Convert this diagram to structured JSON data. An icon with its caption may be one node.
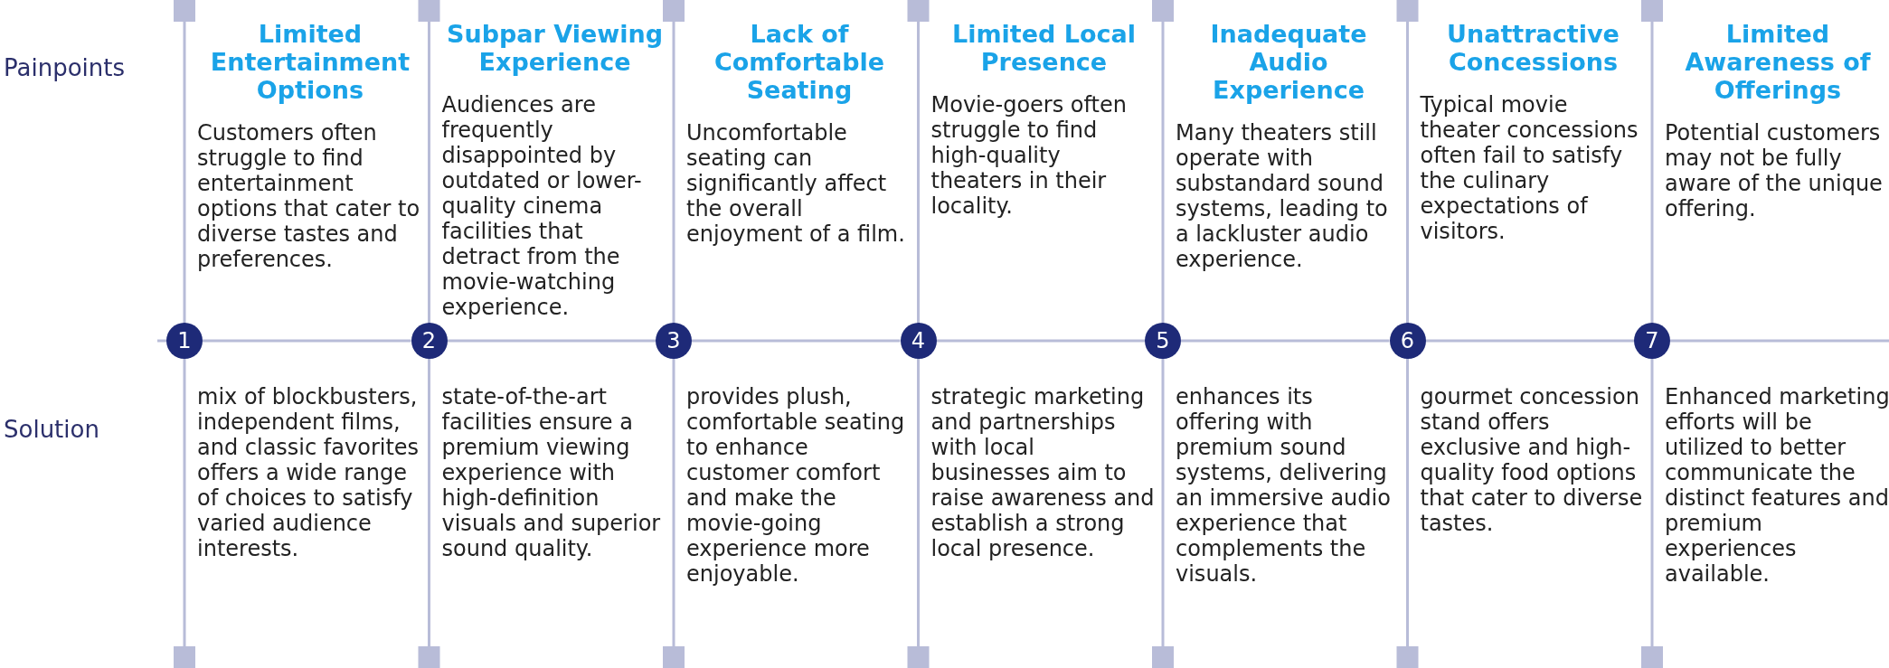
{
  "diagram": {
    "nodes": [
      {
        "text": [
          "1"
        ]
      },
      {
        "text": [
          "2"
        ]
      },
      {
        "text": [
          "3"
        ]
      },
      {
        "text": [
          "4"
        ]
      },
      {
        "text": [
          "5"
        ]
      },
      {
        "text": [
          "6"
        ]
      },
      {
        "text": [
          "7"
        ]
      }
    ],
    "edges": [
      {
        "from": 0,
        "to": 1,
        "arrow": "none"
      },
      {
        "from": 1,
        "to": 2,
        "arrow": "none"
      },
      {
        "from": 2,
        "to": 3,
        "arrow": "none"
      },
      {
        "from": 3,
        "to": 4,
        "arrow": "none"
      },
      {
        "from": 4,
        "to": 5,
        "arrow": "none"
      },
      {
        "from": 5,
        "to": 6,
        "arrow": "none"
      }
    ],
    "labels": [
      "Painpoints",
      "Limited Entertainment Options",
      "Subpar Viewing Experience",
      "Lack of Comfortable Seating",
      "Limited Local Presence",
      "Inadequate Audio Experience",
      "Unattractive Concessions",
      "Limited Awareness of Offerings",
      "Customers often struggle to find entertainment options that cater to diverse tastes and preferences.",
      "Audiences are frequently disappointed by outdated or lower-quality cinema facilities that detract from the movie-watching experience.",
      "Uncomfortable seating can significantly affect the overall enjoyment of a film.",
      "Movie-goers often struggle to find high-quality theaters in their locality.",
      "Many theaters still operate with substandard sound systems, leading to a lackluster audio experience.",
      "Typical movie theater concessions often fail to satisfy the culinary expectations of visitors.",
      "Potential customers may not be fully aware of the unique offering.",
      "Solution",
      "mix of blockbusters, independent films, and classic favorites offers a wide range of choices to satisfy varied audience interests.",
      "state-of-the-art facilities ensure a premium viewing experience with high-definition visuals and superior sound quality.",
      "provides plush, comfortable seating to enhance customer comfort and make the movie-going experience more enjoyable.",
      "strategic marketing and partnerships with local businesses aim to raise awareness and establish a strong local presence.",
      "enhances its offering with premium sound systems, delivering an immersive audio experience that complements the visuals.",
      "gourmet concession stand offers exclusive and high-quality food options that cater to diverse tastes.",
      "Enhanced marketing efforts will be utilized to better communicate the distinct features and premium experiences available."
    ]
  }
}
